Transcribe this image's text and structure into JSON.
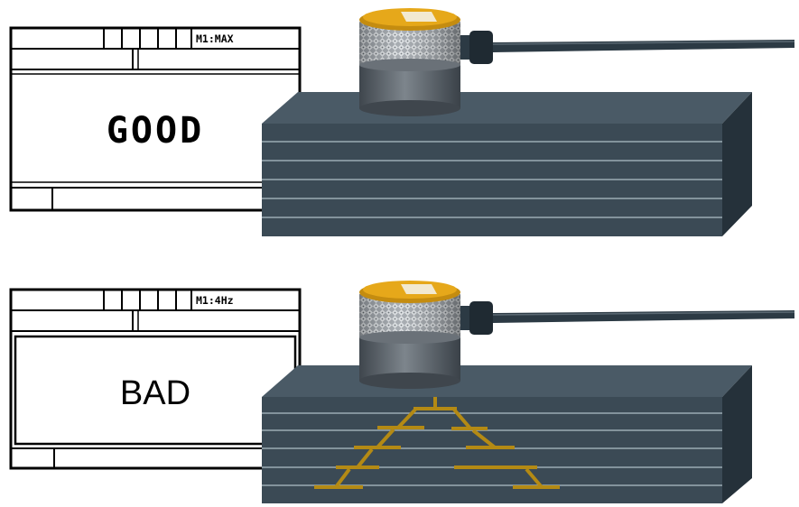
{
  "panels": [
    {
      "id": "good",
      "lcd": {
        "mode": "M1:MAX",
        "verdict": "GOOD"
      },
      "has_crack": false
    },
    {
      "id": "bad",
      "lcd": {
        "mode": "M1:4Hz",
        "verdict": "BAD"
      },
      "has_crack": true
    }
  ],
  "colors": {
    "block_front": "#3b4a55",
    "block_top": "#4a5a66",
    "block_side": "#25313a",
    "block_lines": "#aebfc8",
    "sensor_cap": "#e6a81a",
    "sensor_body": "#58606a",
    "cable": "#2c3a44",
    "crack": "#b48a14"
  }
}
